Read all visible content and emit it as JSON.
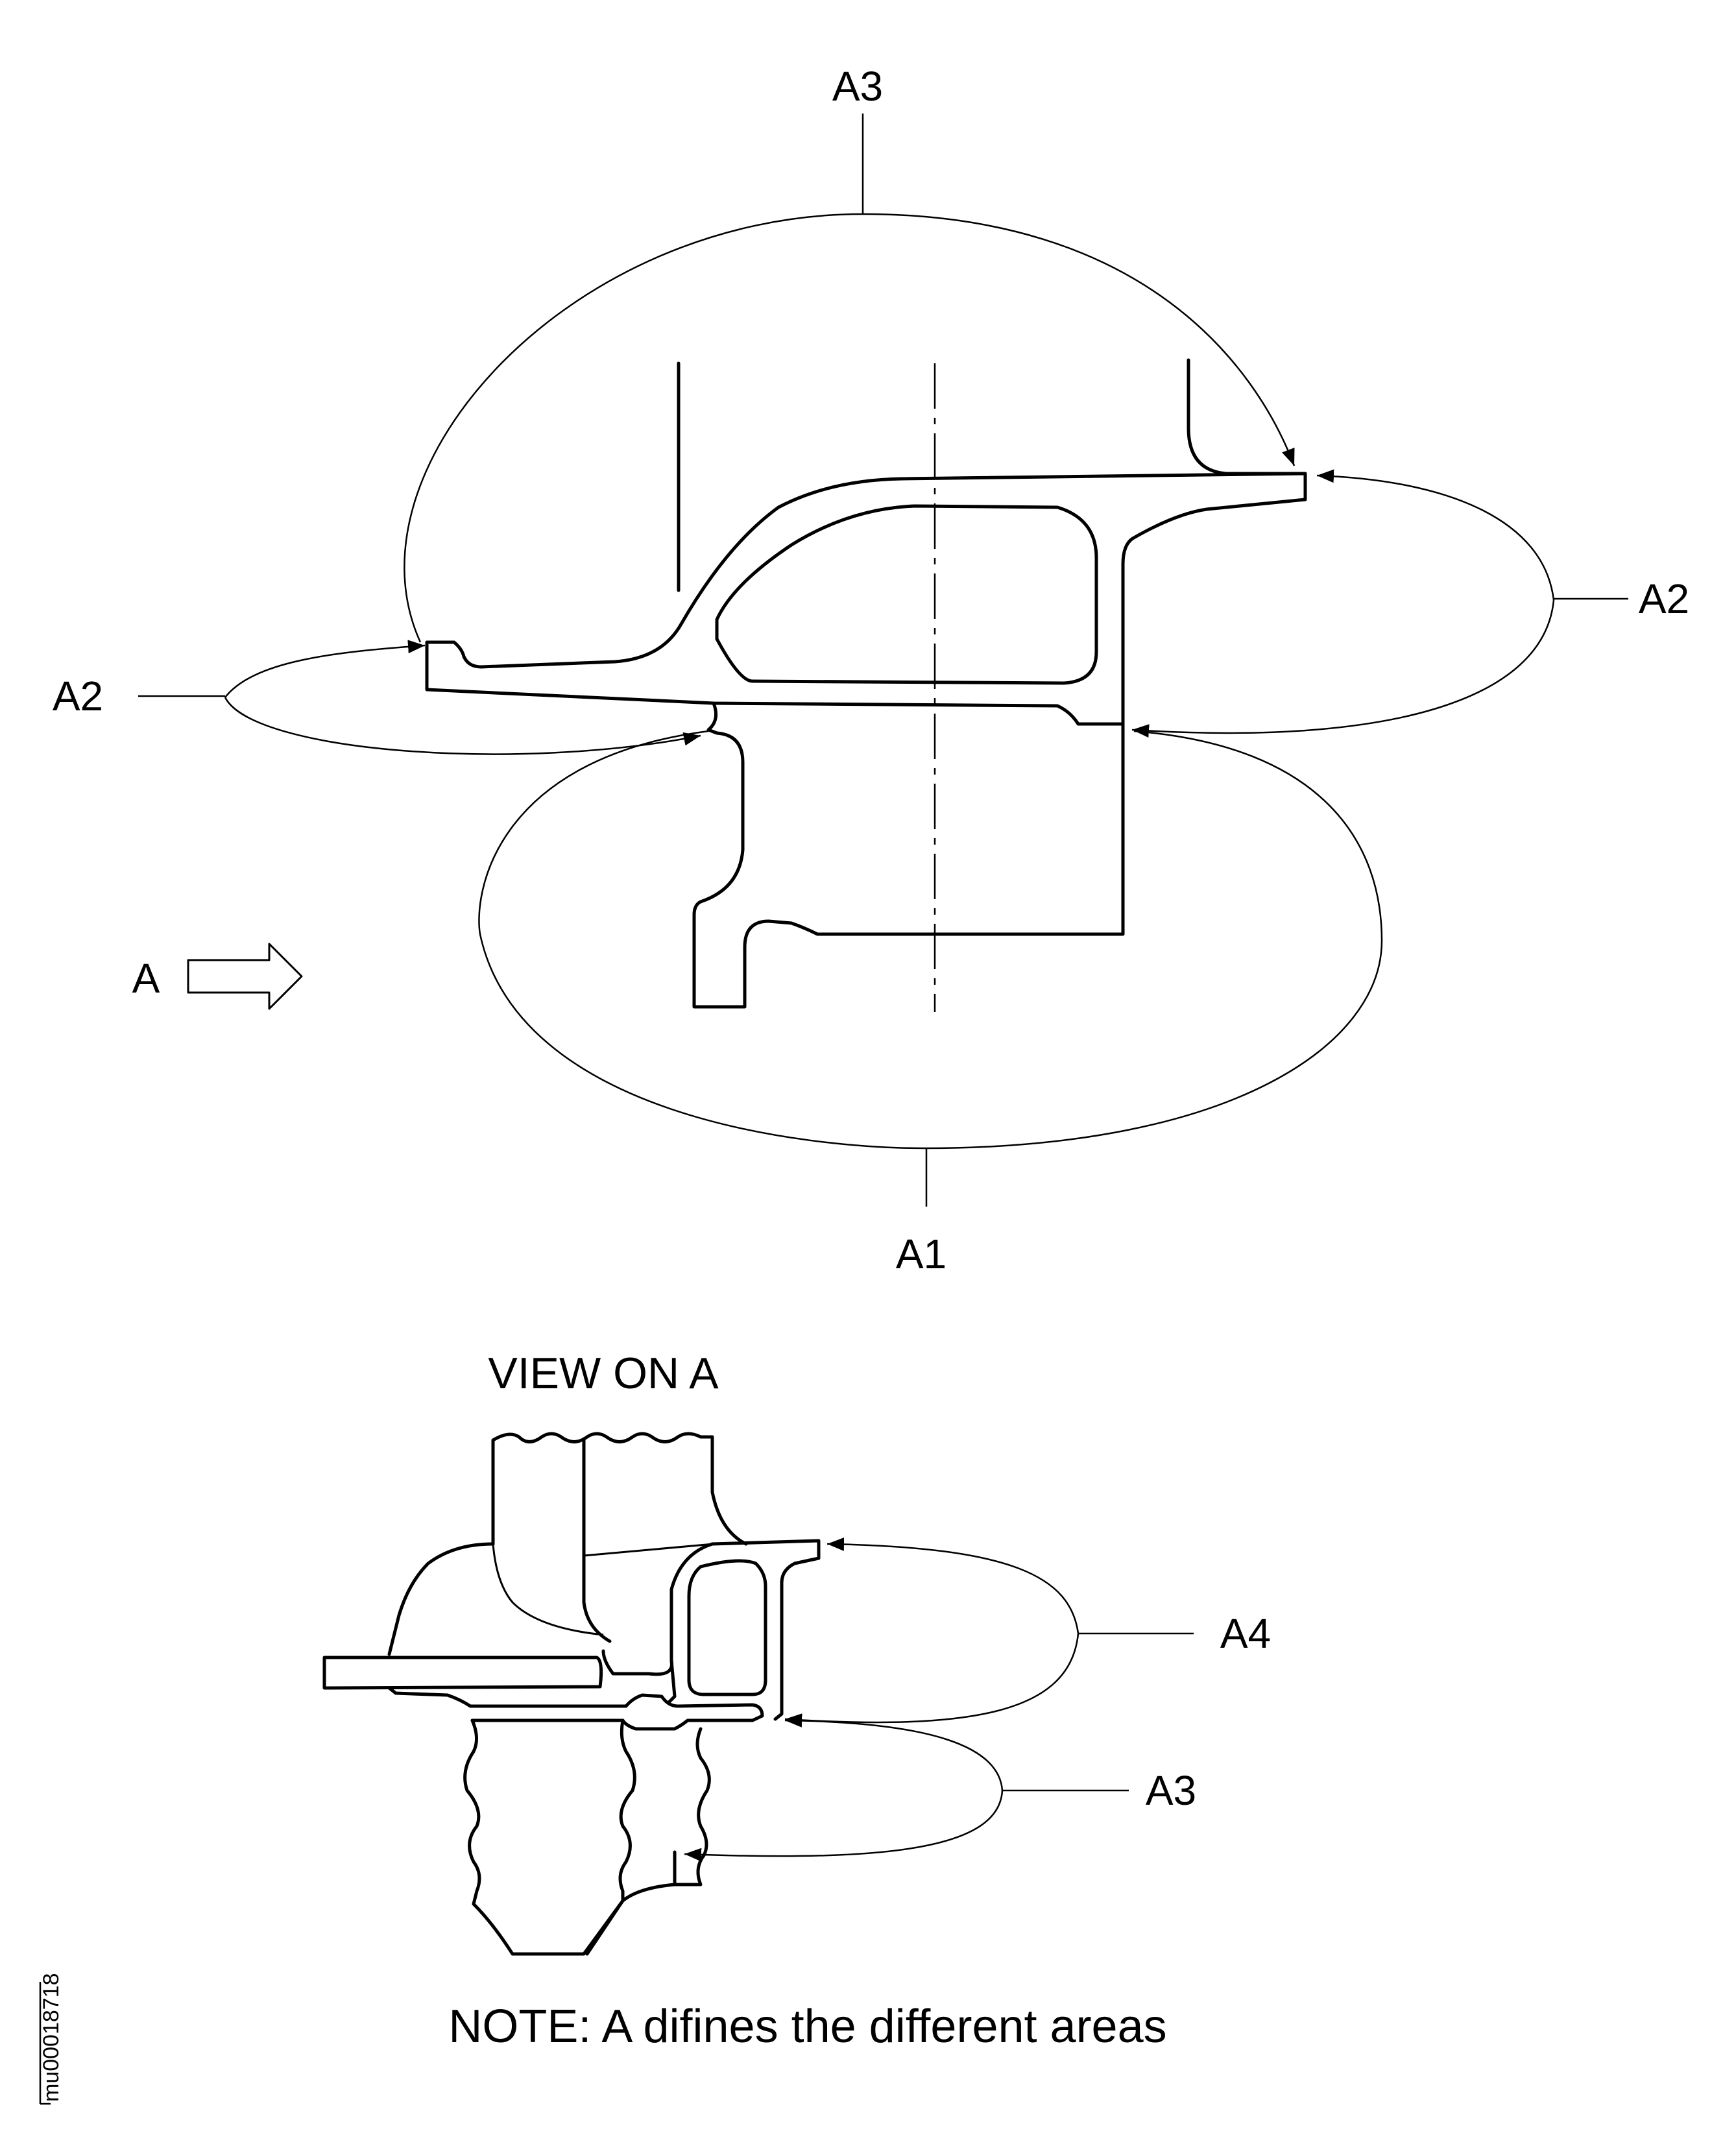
{
  "top_view": {
    "labels": {
      "a3_top": "A3",
      "a2_left": "A2",
      "a2_right": "A2",
      "a1_bottom": "A1",
      "view_arrow": "A"
    }
  },
  "view_on_a": {
    "title": "VIEW ON A",
    "labels": {
      "a4": "A4",
      "a3": "A3"
    }
  },
  "note": "NOTE: A difines the different areas",
  "document_id": "mu00018718"
}
